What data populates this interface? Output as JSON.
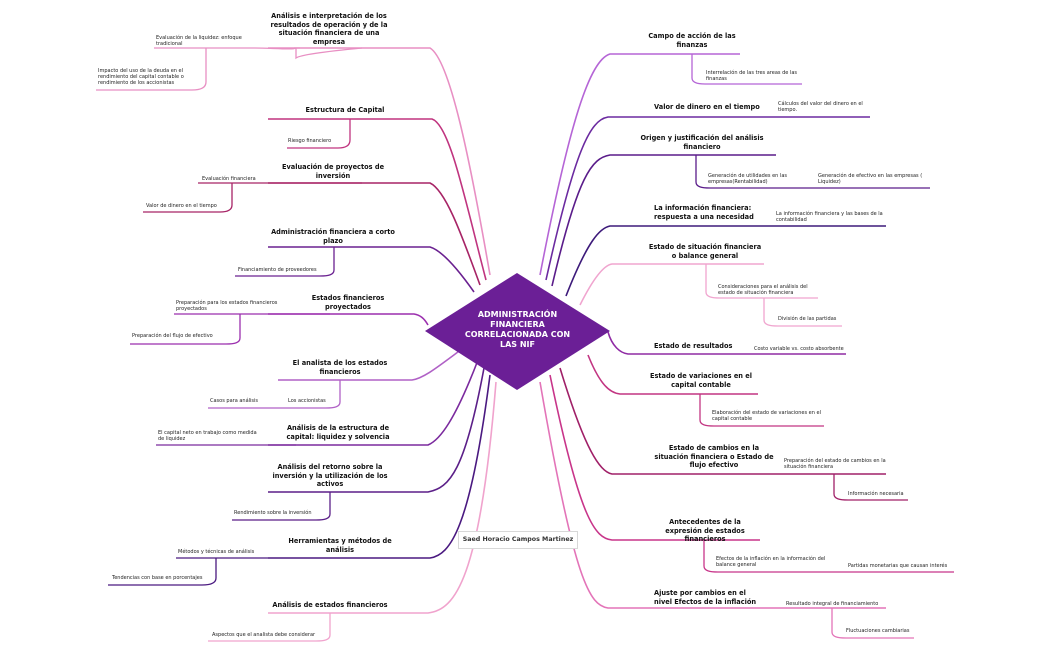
{
  "center": {
    "title": "ADMINISTRACIÓN FINANCIERA CORRELACIONADA CON LAS NIF",
    "color": "#6b1f96"
  },
  "author": "Saed Horacio Campos Martinez",
  "left_branches": [
    {
      "title": "Análisis e interpretación de los resultados de operación y de la situación financiera de una empresa",
      "color": "#e88fc3",
      "children": [
        "Evaluación de la liquidez: enfoque tradicional",
        "Impacto del uso de la deuda en el rendimiento del capital contable o rendimiento de los accionistas"
      ]
    },
    {
      "title": "Estructura de Capital",
      "color": "#c0347f",
      "children": [
        "Riesgo financiero"
      ]
    },
    {
      "title": "Evaluación de proyectos de inversión",
      "color": "#a72466",
      "children": [
        "Evaluación financiera",
        "Valor de dinero en el tiempo"
      ]
    },
    {
      "title": "Administración financiera a corto plazo",
      "color": "#6a2090",
      "children": [
        "Financiamiento de proveedores"
      ]
    },
    {
      "title": "Estados financieros proyectados",
      "color": "#9b2fae",
      "children": [
        "Preparación para los estados financieros proyectados",
        "Preparación del flujo de efectivo"
      ]
    },
    {
      "title": "El analista de los estados financieros",
      "color": "#b061c6",
      "children": [
        "Casos para análisis",
        "Los accionistas"
      ]
    },
    {
      "title": "Análisis de la estructura de capital: liquidez y solvencia",
      "color": "#7b2a9e",
      "children": [
        "El capital neto en trabajo como medida de liquidez"
      ]
    },
    {
      "title": "Análisis del retorno sobre la inversión y la utilización de los activos",
      "color": "#5b1f88",
      "children": [
        "Rendimiento sobre la inversión"
      ]
    },
    {
      "title": "Herramientas y métodos de análisis",
      "color": "#4a1980",
      "children": [
        "Métodos y técnicas de análisis",
        "Tendencias con base en porcentajes"
      ]
    },
    {
      "title": "Análisis de estados financieros",
      "color": "#f0a3cd",
      "children": [
        "Aspectos que el analista debe considerar"
      ]
    }
  ],
  "right_branches": [
    {
      "title": "Campo de acción de las finanzas",
      "color": "#b565d6",
      "children": [
        "Interrelación de las tres areas de las finanzas"
      ]
    },
    {
      "title": "Valor de dinero en el tiempo",
      "color": "#6b2aa0",
      "children": [
        "Cálculos del valor del dinero en el tiempo."
      ]
    },
    {
      "title": "Origen y justificación del análisis financiero",
      "color": "#5a1c8a",
      "children": [
        "Generación de utilidades en las empresas(Rentabilidad)",
        "Generación de efectivo en las empresas ( Liquidez)"
      ]
    },
    {
      "title": "La información financiera: respuesta a una necesidad",
      "color": "#3d1a7a",
      "children": [
        "La información financiera y las bases de la contabilidad"
      ]
    },
    {
      "title": "Estado de situación financiera o balance general",
      "color": "#f0a5cf",
      "children": [
        "Consideraciones para el análisis del estado de situación financiera",
        "División de las partidas"
      ]
    },
    {
      "title": "Estado de resultados",
      "color": "#8f2ba4",
      "children": [
        "Costo variable vs. costo absorbente"
      ]
    },
    {
      "title": "Estado de variaciones en el capital contable",
      "color": "#c23582",
      "children": [
        "Elaboración del estado de variaciones en el capital contable"
      ]
    },
    {
      "title": "Estado de cambios en la situación financiera o Estado de flujo efectivo",
      "color": "#a02068",
      "children": [
        "Preparación del estado de cambios en la situación financiera",
        "Información necesaria"
      ]
    },
    {
      "title": "Antecedentes de la expresión de estados financieros",
      "color": "#c8358a",
      "children": [
        "Efectos de la inflación en la información del balance general",
        "Partidas monetarias que causan interés"
      ]
    },
    {
      "title": "Ajuste por cambios en el nivel Efectos de la inflación",
      "color": "#e374b8",
      "children": [
        "Resultado integral de financiamiento",
        "Fluctuaciones cambiarias"
      ]
    }
  ]
}
